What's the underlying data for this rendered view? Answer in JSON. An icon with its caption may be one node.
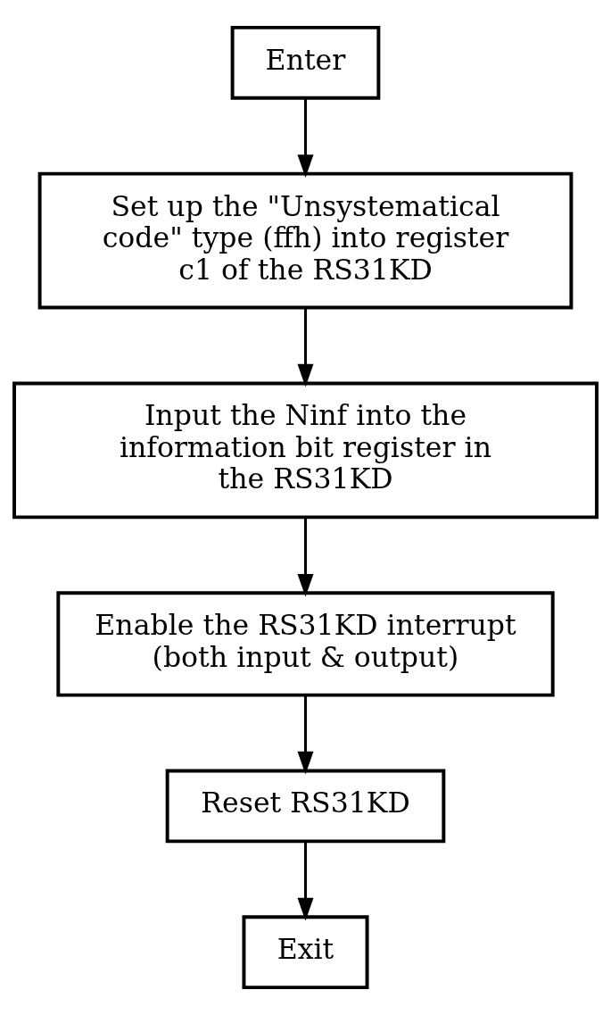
{
  "diagram": {
    "nodes": [
      {
        "text": [
          "Enter"
        ]
      },
      {
        "text": [
          "Set up the \"Unsystematical code\" type (ffh) into register c1 of the RS31KD"
        ]
      },
      {
        "text": [
          "Input the Ninf into the information bit register in the RS31KD"
        ]
      },
      {
        "text": [
          "Enable the RS31KD interrupt (both input & output)"
        ]
      },
      {
        "text": [
          "Reset RS31KD"
        ]
      },
      {
        "text": [
          "Exit"
        ]
      }
    ],
    "edges": [
      {
        "from": 0,
        "to": 1,
        "arrow": "to"
      },
      {
        "from": 1,
        "to": 2,
        "arrow": "to"
      },
      {
        "from": 2,
        "to": 3,
        "arrow": "to"
      },
      {
        "from": 3,
        "to": 4,
        "arrow": "to"
      },
      {
        "from": 4,
        "to": 5,
        "arrow": "to"
      }
    ]
  }
}
